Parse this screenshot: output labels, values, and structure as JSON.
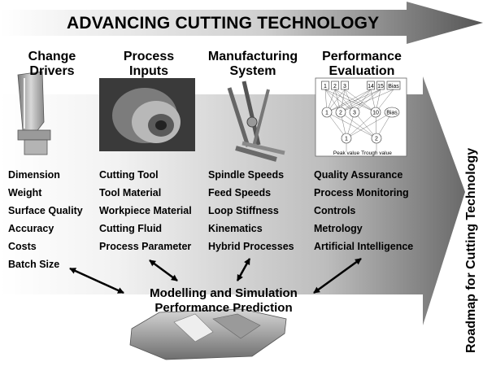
{
  "title": "ADVANCING CUTTING TECHNOLOGY",
  "side_label": "Roadmap for Cutting Technology",
  "columns": [
    {
      "heading": [
        "Change",
        "Drivers"
      ],
      "items": [
        "Dimension",
        "Weight",
        "Surface Quality",
        "Accuracy",
        "Costs",
        "Batch Size"
      ]
    },
    {
      "heading": [
        "Process",
        "Inputs"
      ],
      "items": [
        "Cutting Tool",
        "Tool Material",
        "Workpiece Material",
        "Cutting Fluid",
        "Process Parameter"
      ]
    },
    {
      "heading": [
        "Manufacturing",
        "System"
      ],
      "items": [
        "Spindle Speeds",
        "Feed Speeds",
        "Loop Stiffness",
        "Kinematics",
        "Hybrid Processes"
      ]
    },
    {
      "heading": [
        "Performance",
        "Evaluation"
      ],
      "items": [
        "Quality Assurance",
        "Process Monitoring",
        "Controls",
        "Metrology",
        "Artificial Intelligence"
      ]
    }
  ],
  "center_label": [
    "Modelling and Simulation",
    "Performance Prediction"
  ],
  "network": {
    "inputs": [
      "1",
      "2",
      "3",
      "14",
      "15",
      "Bias"
    ],
    "hidden": [
      "1",
      "2",
      "3",
      "10",
      "Bias"
    ],
    "outputs": [
      "1",
      "2"
    ],
    "output_labels": [
      "Peak value",
      "Trough value"
    ]
  },
  "colors": {
    "arrow_dark": "#4a4a4a",
    "arrow_light": "#f4f4f4",
    "text": "#000000"
  }
}
